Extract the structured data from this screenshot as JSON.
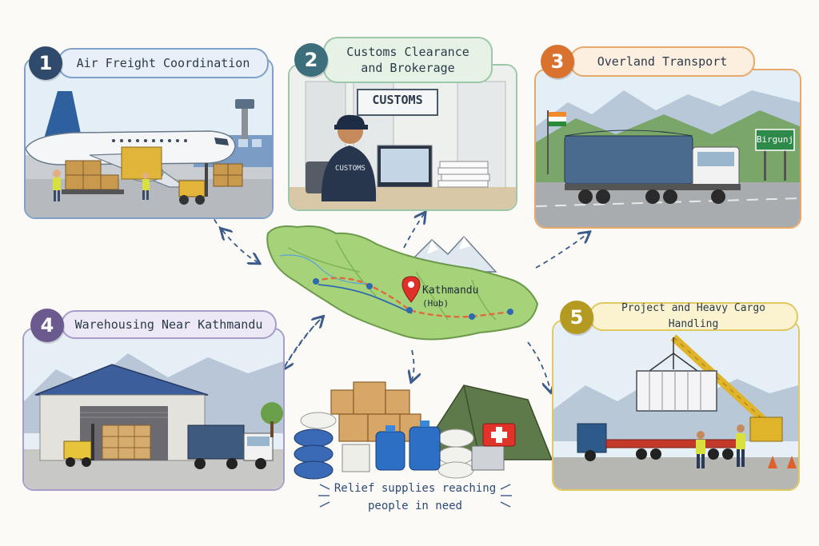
{
  "steps": [
    {
      "number": "1",
      "title": "Air Freight Coordination",
      "color": "#2f4a6b",
      "border": "#7fa0c8"
    },
    {
      "number": "2",
      "title_line1": "Customs Clearance",
      "title_line2": "and Brokerage",
      "color": "#3c6e7c",
      "border": "#9cc7a8"
    },
    {
      "number": "3",
      "title": "Overland Transport",
      "color": "#d9722e",
      "border": "#e8a86a"
    },
    {
      "number": "4",
      "title": "Warehousing Near Kathmandu",
      "color": "#6b5a8e",
      "border": "#a99cc8"
    },
    {
      "number": "5",
      "title": "Project and Heavy Cargo Handling",
      "color": "#b59a22",
      "border": "#e2c860"
    }
  ],
  "scenes": {
    "customs_sign": "CUSTOMS",
    "officer_shirt": "CUSTOMS",
    "road_sign": "Birgunj"
  },
  "map": {
    "hub_label": "Kathmandu",
    "hub_sublabel": "(Hub)"
  },
  "relief": {
    "caption_line1": "Relief supplies reaching",
    "caption_line2": "people in need"
  }
}
